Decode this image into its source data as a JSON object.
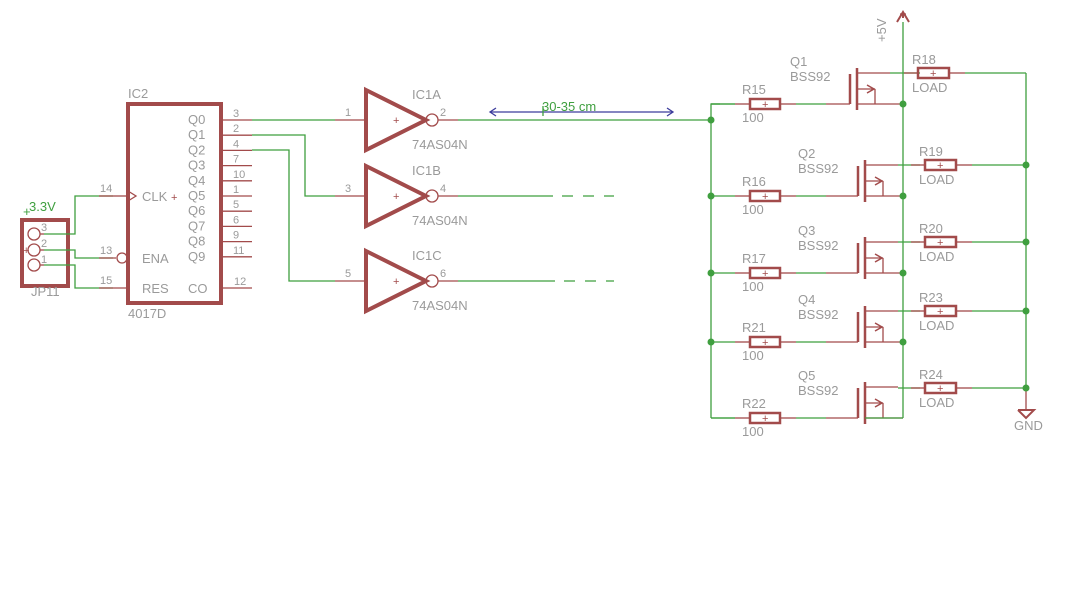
{
  "connector": {
    "ref": "JP11",
    "supply_label": "3.3V",
    "pins": [
      "3",
      "2",
      "1"
    ]
  },
  "counter": {
    "ref": "IC2",
    "value": "4017D",
    "outputs": [
      {
        "name": "Q0",
        "pin": "3"
      },
      {
        "name": "Q1",
        "pin": "2"
      },
      {
        "name": "Q2",
        "pin": "4"
      },
      {
        "name": "Q3",
        "pin": "7"
      },
      {
        "name": "Q4",
        "pin": "10"
      },
      {
        "name": "Q5",
        "pin": "1"
      },
      {
        "name": "Q6",
        "pin": "5"
      },
      {
        "name": "Q7",
        "pin": "6"
      },
      {
        "name": "Q8",
        "pin": "9"
      },
      {
        "name": "Q9",
        "pin": "11"
      }
    ],
    "co": {
      "name": "CO",
      "pin": "12"
    },
    "inputs": [
      {
        "name": "CLK",
        "pin": "14"
      },
      {
        "name": "ENA",
        "pin": "13"
      },
      {
        "name": "RES",
        "pin": "15"
      }
    ]
  },
  "inverters": [
    {
      "ref": "IC1A",
      "value": "74AS04N",
      "in_pin": "1",
      "out_pin": "2"
    },
    {
      "ref": "IC1B",
      "value": "74AS04N",
      "in_pin": "3",
      "out_pin": "4"
    },
    {
      "ref": "IC1C",
      "value": "74AS04N",
      "in_pin": "5",
      "out_pin": "6"
    }
  ],
  "dimension_label": "30-35 cm",
  "power": {
    "vcc": "+5V",
    "gnd": "GND"
  },
  "channels": [
    {
      "gate_res": "R15",
      "gate_val": "100",
      "fet": "Q1",
      "fet_val": "BSS92",
      "load": "R18",
      "load_val": "LOAD"
    },
    {
      "gate_res": "R16",
      "gate_val": "100",
      "fet": "Q2",
      "fet_val": "BSS92",
      "load": "R19",
      "load_val": "LOAD"
    },
    {
      "gate_res": "R17",
      "gate_val": "100",
      "fet": "Q3",
      "fet_val": "BSS92",
      "load": "R20",
      "load_val": "LOAD"
    },
    {
      "gate_res": "R21",
      "gate_val": "100",
      "fet": "Q4",
      "fet_val": "BSS92",
      "load": "R23",
      "load_val": "LOAD"
    },
    {
      "gate_res": "R22",
      "gate_val": "100",
      "fet": "Q5",
      "fet_val": "BSS92",
      "load": "R24",
      "load_val": "LOAD"
    }
  ]
}
